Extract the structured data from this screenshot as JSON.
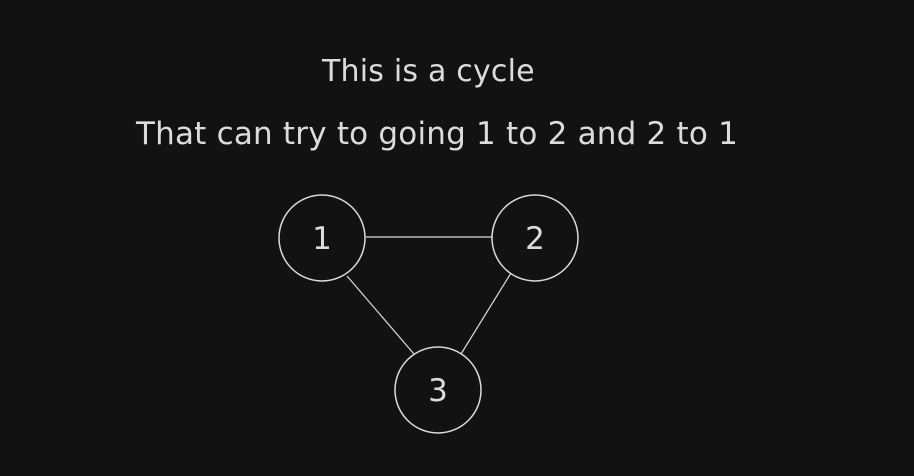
{
  "text": {
    "line1": "This is a cycle",
    "line2": "That can try to going 1 to 2 and 2 to 1"
  },
  "graph": {
    "nodes": [
      {
        "id": "1",
        "label": "1"
      },
      {
        "id": "2",
        "label": "2"
      },
      {
        "id": "3",
        "label": "3"
      }
    ],
    "edges": [
      {
        "from": "1",
        "to": "2"
      },
      {
        "from": "1",
        "to": "3"
      },
      {
        "from": "2",
        "to": "3"
      }
    ]
  },
  "colors": {
    "background": "#121212",
    "foreground": "#dcdcdc"
  }
}
